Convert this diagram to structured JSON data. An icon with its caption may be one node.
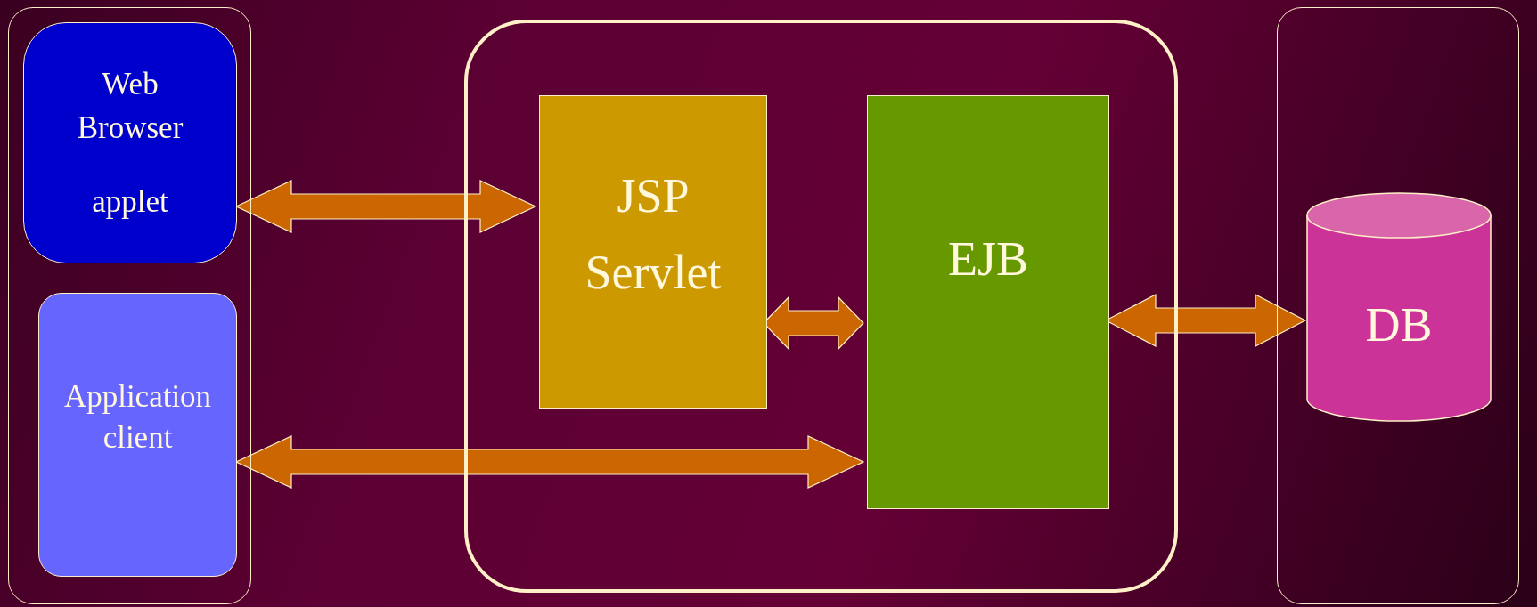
{
  "diagram": {
    "nodes": [
      {
        "text": [],
        "shape": "box"
      },
      {
        "text": [
          "Web Browser",
          "applet"
        ],
        "in": 0
      },
      {
        "text": [
          "Application client"
        ],
        "in": 0
      },
      {
        "text": [],
        "shape": "box"
      },
      {
        "text": [
          "JSP Servlet"
        ],
        "in": 3
      },
      {
        "text": [
          "EJB"
        ],
        "in": 3
      },
      {
        "text": [],
        "shape": "box"
      },
      {
        "text": [
          "DB"
        ],
        "in": 6
      }
    ],
    "edges": [
      {
        "from": 1,
        "to": 4,
        "arrow": "both"
      },
      {
        "from": 4,
        "to": 5,
        "arrow": "both"
      },
      {
        "from": 2,
        "to": 5,
        "arrow": "both"
      },
      {
        "from": 5,
        "to": 7,
        "arrow": "both"
      }
    ]
  }
}
